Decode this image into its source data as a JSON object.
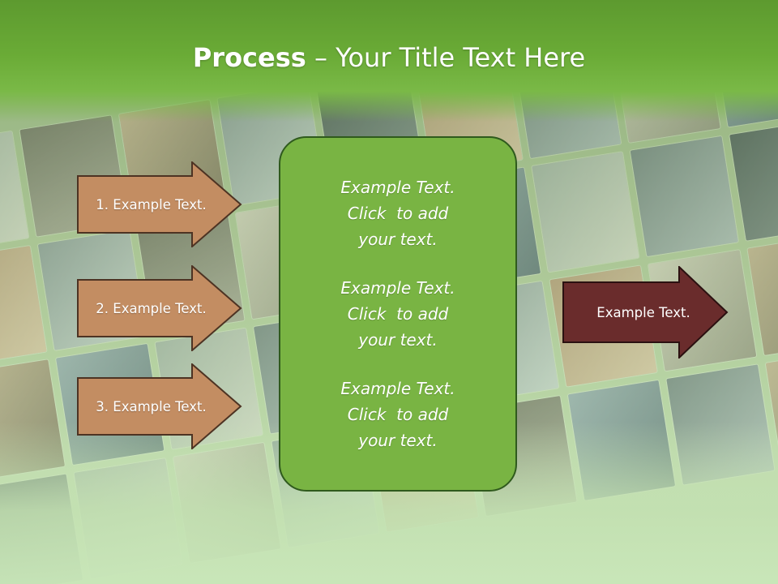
{
  "slide": {
    "title_bold": "Process",
    "title_rest": " – Your Title Text Here"
  },
  "left_arrows": [
    {
      "label": "1. Example Text."
    },
    {
      "label": "2. Example Text."
    },
    {
      "label": "3. Example Text."
    }
  ],
  "center_box": {
    "paragraphs": [
      {
        "lines": [
          "Example Text.",
          "Click  to add",
          "your text."
        ]
      },
      {
        "lines": [
          "Example Text.",
          "Click  to add",
          "your text."
        ]
      },
      {
        "lines": [
          "Example Text.",
          "Click  to add",
          "your text."
        ]
      }
    ]
  },
  "right_arrow": {
    "label": "Example Text."
  },
  "colors": {
    "header_green": "#6aab36",
    "box_green": "#79b443",
    "arrow_tan": "#c38d62",
    "arrow_maroon": "#6a2c2c"
  }
}
